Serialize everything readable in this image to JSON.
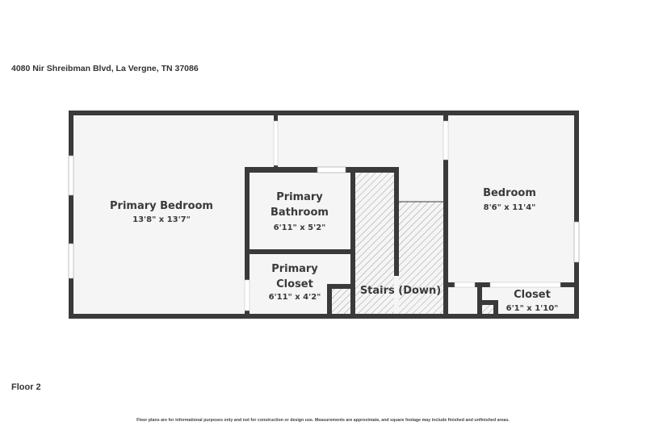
{
  "header": {
    "address": "4080 Nir Shreibman Blvd, La Vergne, TN 37086"
  },
  "floor_label": "Floor 2",
  "disclaimer": "Floor plans are for informational purposes only and not for construction or design use. Measurements are approximate, and square footage may include finished and unfinished areas.",
  "colors": {
    "wall": "#3a3a3a",
    "room_fill": "#f5f5f5",
    "hatch": "#777777"
  },
  "rooms": [
    {
      "name": "Primary Bedroom",
      "dimensions": "13'8\" x 13'7\""
    },
    {
      "name_lines": [
        "Primary",
        "Bathroom"
      ],
      "dimensions": "6'11\" x 5'2\""
    },
    {
      "name_lines": [
        "Primary",
        "Closet"
      ],
      "dimensions": "6'11\" x 4'2\""
    },
    {
      "name": "Stairs (Down)"
    },
    {
      "name": "Bedroom",
      "dimensions": "8'6\" x 11'4\""
    },
    {
      "name": "Closet",
      "dimensions": "6'1\" x 1'10\""
    }
  ]
}
